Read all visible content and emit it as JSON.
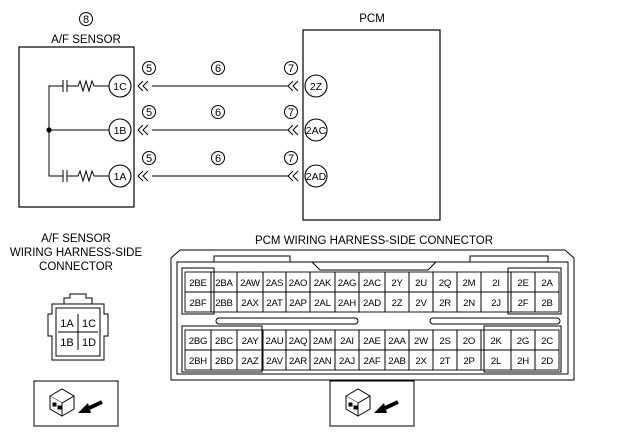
{
  "af_sensor": {
    "number": "8",
    "title": "A/F SENSOR",
    "terminals": [
      "1C",
      "1B",
      "1A"
    ]
  },
  "pcm": {
    "title": "PCM",
    "terminals": [
      "2Z",
      "2AC",
      "2AD"
    ]
  },
  "wires": [
    {
      "from": "1C",
      "to": "2Z",
      "callouts": [
        "5",
        "6",
        "7"
      ]
    },
    {
      "from": "1B",
      "to": "2AC",
      "callouts": [
        "5",
        "6",
        "7"
      ]
    },
    {
      "from": "1A",
      "to": "2AD",
      "callouts": [
        "5",
        "6",
        "7"
      ]
    }
  ],
  "af_connector": {
    "title_lines": [
      "A/F SENSOR",
      "WIRING HARNESS-SIDE",
      "CONNECTOR"
    ],
    "pins": [
      [
        "1A",
        "1C"
      ],
      [
        "1B",
        "1D"
      ]
    ]
  },
  "pcm_connector": {
    "title": "PCM WIRING HARNESS-SIDE CONNECTOR",
    "rows": [
      [
        "2BE",
        "2BA",
        "2AW",
        "2AS",
        "2AO",
        "2AK",
        "2AG",
        "2AC",
        "2Y",
        "2U",
        "2Q",
        "2M",
        "2I",
        "2E",
        "2A"
      ],
      [
        "2BF",
        "2BB",
        "2AX",
        "2AT",
        "2AP",
        "2AL",
        "2AH",
        "2AD",
        "2Z",
        "2V",
        "2R",
        "2N",
        "2J",
        "2F",
        "2B"
      ],
      [
        "2BG",
        "2BC",
        "2AY",
        "2AU",
        "2AQ",
        "2AM",
        "2AI",
        "2AE",
        "2AA",
        "2W",
        "2S",
        "2O",
        "2K",
        "2G",
        "2C"
      ],
      [
        "2BH",
        "2BD",
        "2AZ",
        "2AV",
        "2AR",
        "2AN",
        "2AJ",
        "2AF",
        "2AB",
        "2X",
        "2T",
        "2P",
        "2L",
        "2H",
        "2D"
      ]
    ]
  }
}
